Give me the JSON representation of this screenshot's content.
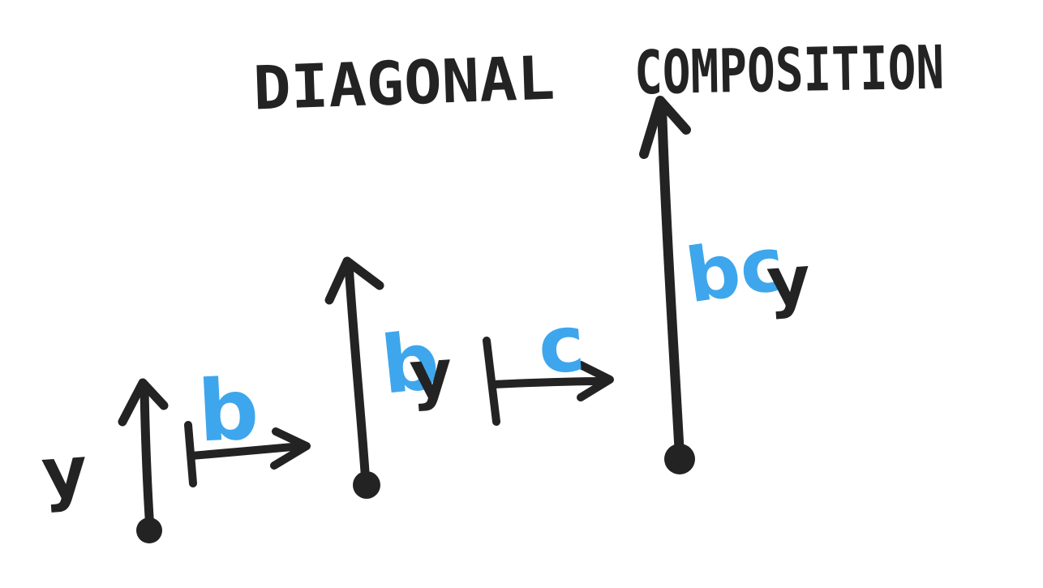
{
  "title": {
    "left": "DIAGONAL",
    "right": "COMPOSITION"
  },
  "colors": {
    "ink": "#232323",
    "accent": "#3ea6ec",
    "background": "#ffffff"
  },
  "step1": {
    "start_variable": "y",
    "arrow_label": "b"
  },
  "step2": {
    "composed_label": "b",
    "start_variable": "y",
    "arrow_label": "c"
  },
  "result": {
    "composed_label": "bc",
    "start_variable": "y"
  }
}
